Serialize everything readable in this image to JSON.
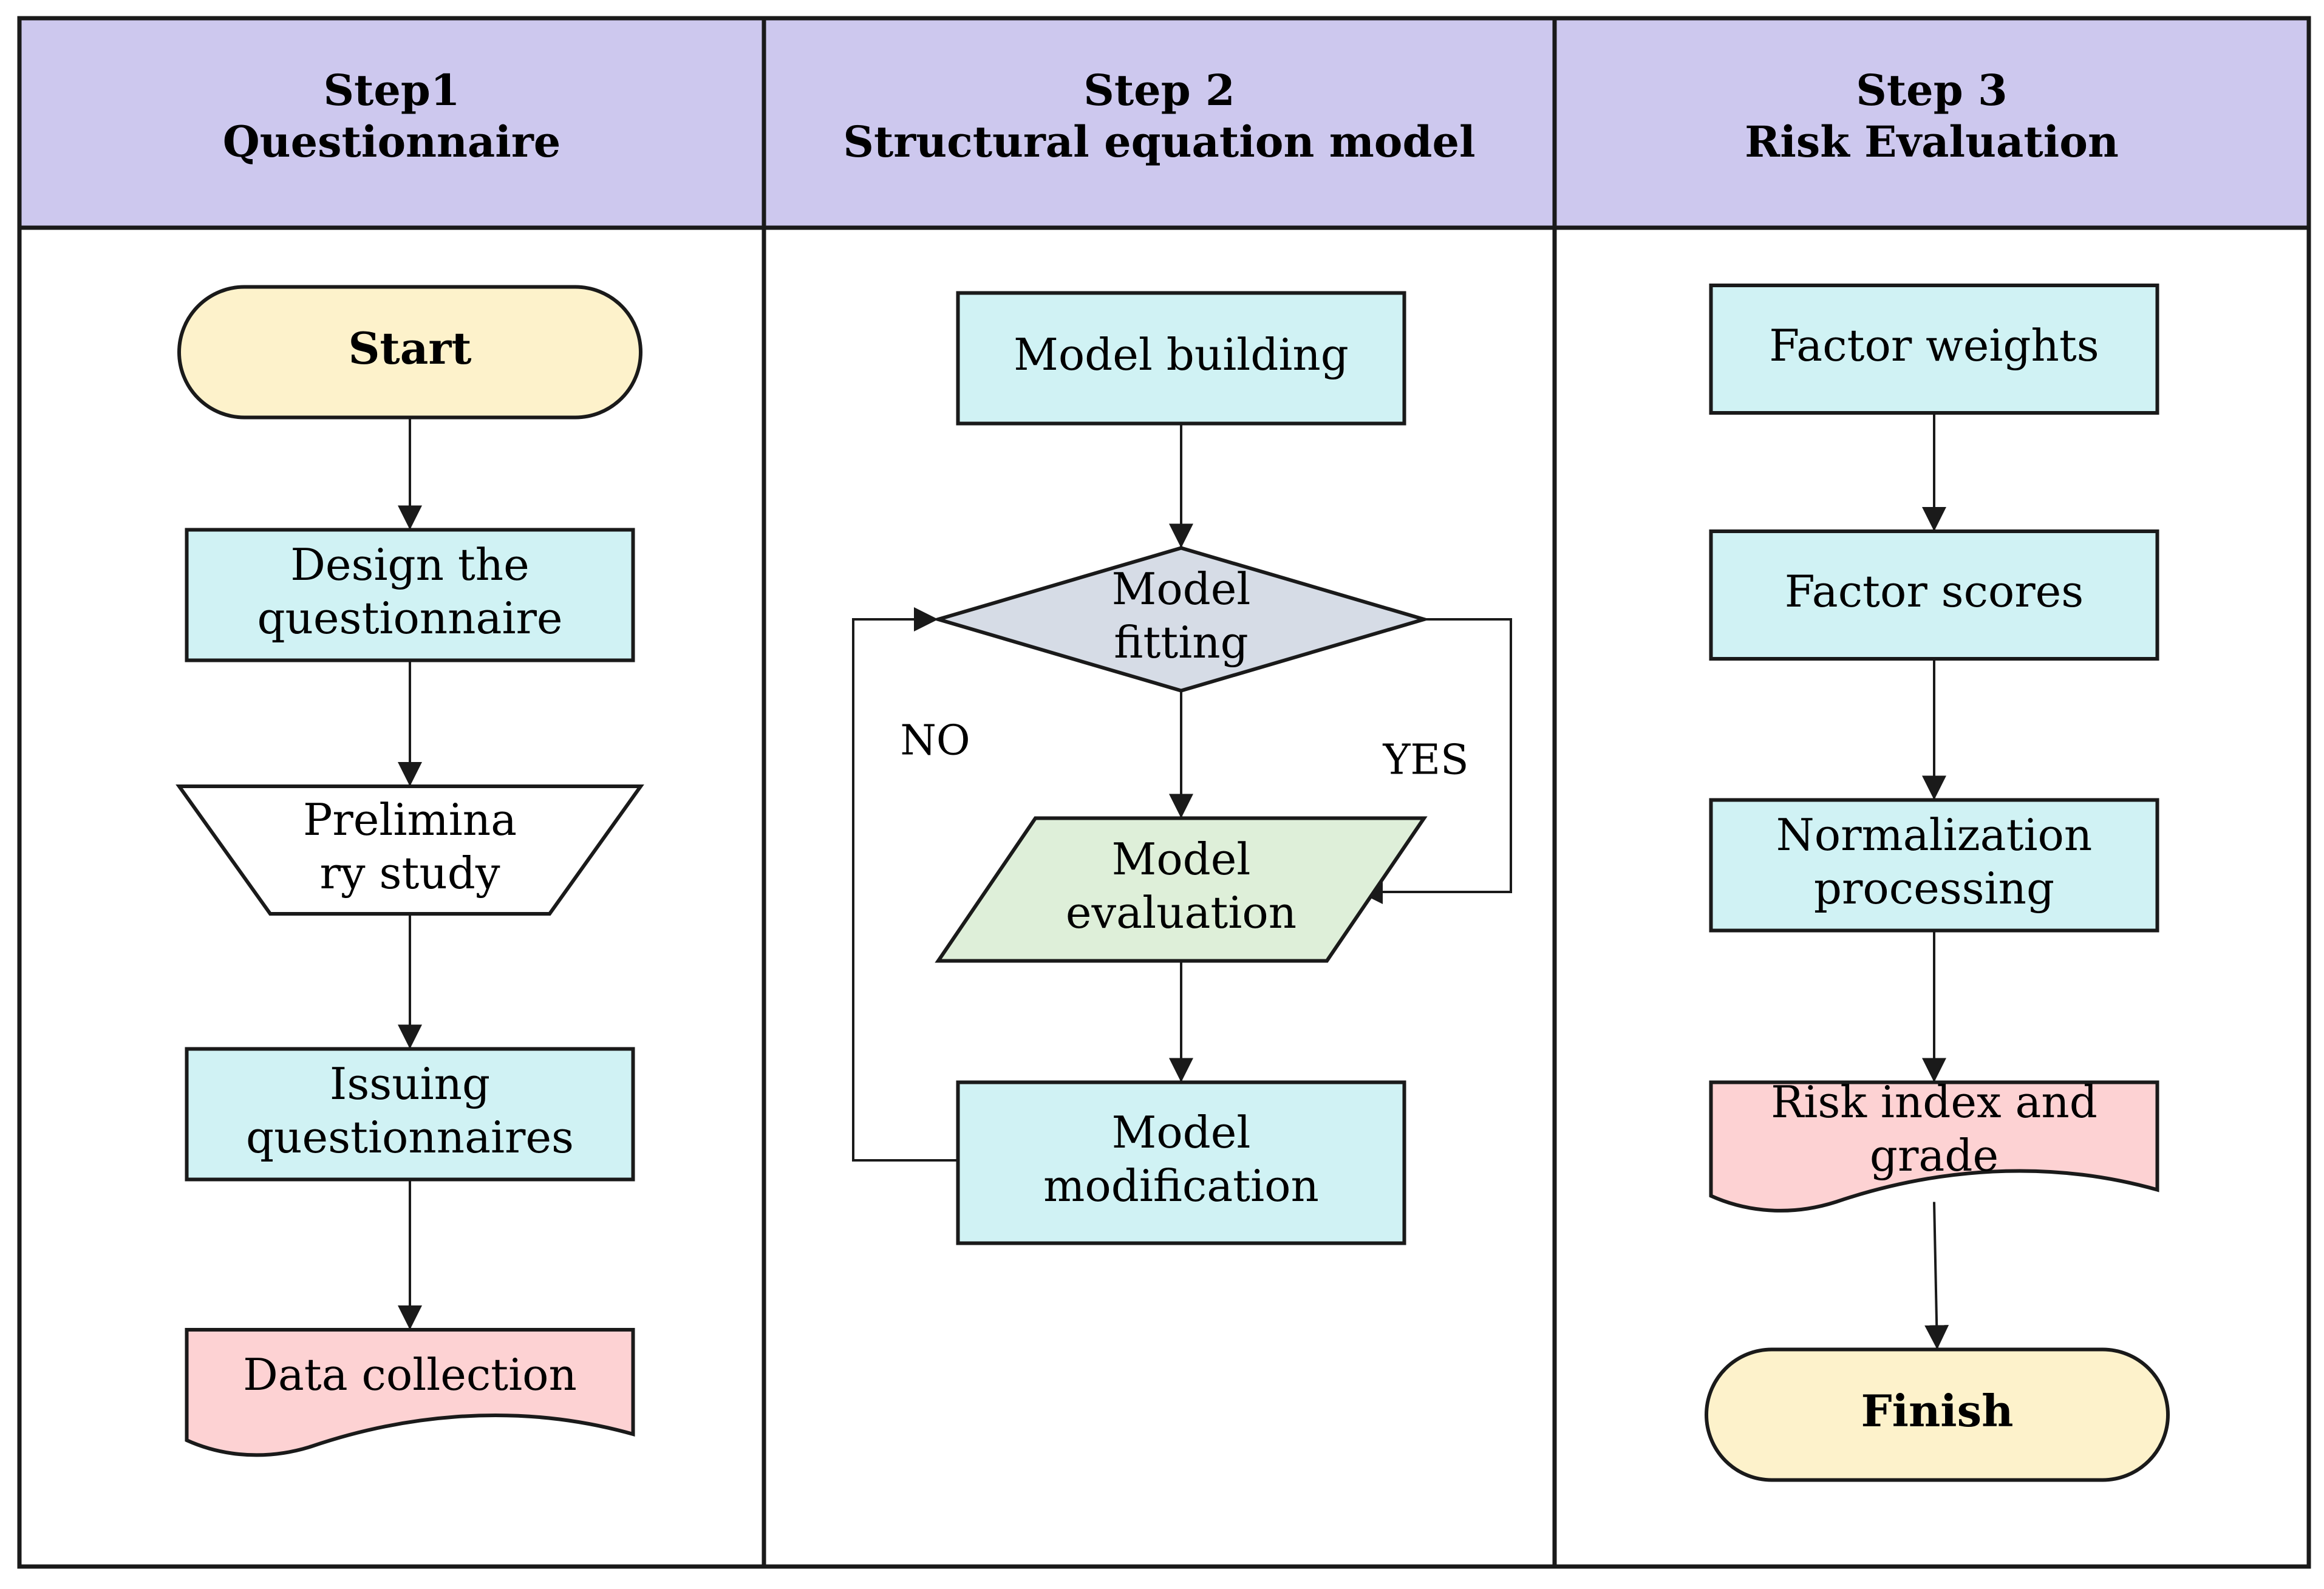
{
  "colors": {
    "header_fill": "#cdc8ee",
    "process_fill": "#d0f2f4",
    "terminal_fill": "#fdf2cb",
    "document_fill": "#fdd2d3",
    "decision_fill": "#d6dce6",
    "io_fill": "#deefd9",
    "white": "#ffffff",
    "line": "#1a1a1a"
  },
  "columns": [
    {
      "id": "step1",
      "title_line1": "Step1",
      "title_line2": "Questionnaire"
    },
    {
      "id": "step2",
      "title_line1": "Step 2",
      "title_line2": "Structural equation model"
    },
    {
      "id": "step3",
      "title_line1": "Step 3",
      "title_line2": "Risk Evaluation"
    }
  ],
  "nodes": {
    "start": {
      "shape": "terminal",
      "lines": [
        "Start"
      ],
      "bold": true
    },
    "design_questionnaire": {
      "shape": "process",
      "lines": [
        "Design the",
        "questionnaire"
      ]
    },
    "preliminary_study": {
      "shape": "manual-operation",
      "lines": [
        "Prelimina",
        "ry study"
      ]
    },
    "issuing_questionnaires": {
      "shape": "process",
      "lines": [
        "Issuing",
        "questionnaires"
      ]
    },
    "data_collection": {
      "shape": "document",
      "lines": [
        "Data collection"
      ]
    },
    "model_building": {
      "shape": "process",
      "lines": [
        "Model building"
      ]
    },
    "model_fitting": {
      "shape": "decision",
      "lines": [
        "Model",
        "fitting"
      ]
    },
    "model_evaluation": {
      "shape": "data",
      "lines": [
        "Model",
        "evaluation"
      ]
    },
    "model_modification": {
      "shape": "process",
      "lines": [
        "Model",
        "modification"
      ]
    },
    "factor_weights": {
      "shape": "process",
      "lines": [
        "Factor weights"
      ]
    },
    "factor_scores": {
      "shape": "process",
      "lines": [
        "Factor scores"
      ]
    },
    "normalization_processing": {
      "shape": "process",
      "lines": [
        "Normalization",
        "processing"
      ]
    },
    "risk_index_grade": {
      "shape": "document",
      "lines": [
        "Risk index and",
        "grade"
      ]
    },
    "finish": {
      "shape": "terminal",
      "lines": [
        "Finish"
      ],
      "bold": true
    }
  },
  "edges": [
    {
      "from": "start",
      "to": "design_questionnaire"
    },
    {
      "from": "design_questionnaire",
      "to": "preliminary_study"
    },
    {
      "from": "preliminary_study",
      "to": "issuing_questionnaires"
    },
    {
      "from": "issuing_questionnaires",
      "to": "data_collection"
    },
    {
      "from": "model_building",
      "to": "model_fitting"
    },
    {
      "from": "model_fitting",
      "to": "model_evaluation"
    },
    {
      "from": "model_fitting",
      "to": "model_evaluation",
      "label": "YES"
    },
    {
      "from": "model_evaluation",
      "to": "model_modification"
    },
    {
      "from": "model_modification",
      "to": "model_fitting",
      "label": "NO"
    },
    {
      "from": "factor_weights",
      "to": "factor_scores"
    },
    {
      "from": "factor_scores",
      "to": "normalization_processing"
    },
    {
      "from": "normalization_processing",
      "to": "risk_index_grade"
    },
    {
      "from": "risk_index_grade",
      "to": "finish"
    }
  ]
}
